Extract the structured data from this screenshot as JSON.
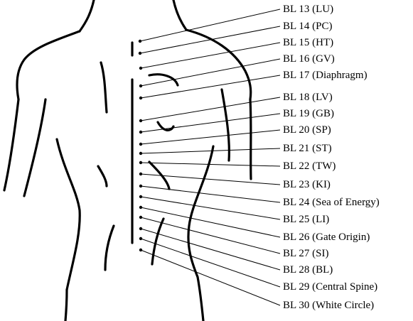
{
  "figure": {
    "points": [
      {
        "label": "BL 13 (LU)"
      },
      {
        "label": "BL 14 (PC)"
      },
      {
        "label": "BL 15 (HT)"
      },
      {
        "label": "BL 16 (GV)"
      },
      {
        "label": "BL 17 (Diaphragm)"
      },
      {
        "label": "BL 18 (LV)"
      },
      {
        "label": "BL 19 (GB)"
      },
      {
        "label": "BL 20 (SP)"
      },
      {
        "label": "BL 21 (ST)"
      },
      {
        "label": "BL 22 (TW)"
      },
      {
        "label": "BL 23 (KI)"
      },
      {
        "label": "BL 24 (Sea of Energy)"
      },
      {
        "label": "BL 25 (LI)"
      },
      {
        "label": "BL 26 (Gate Origin)"
      },
      {
        "label": "BL 27 (SI)"
      },
      {
        "label": "BL 28 (BL)"
      },
      {
        "label": "BL 29 (Central Spine)"
      },
      {
        "label": "BL 30 (White Circle)"
      }
    ]
  }
}
